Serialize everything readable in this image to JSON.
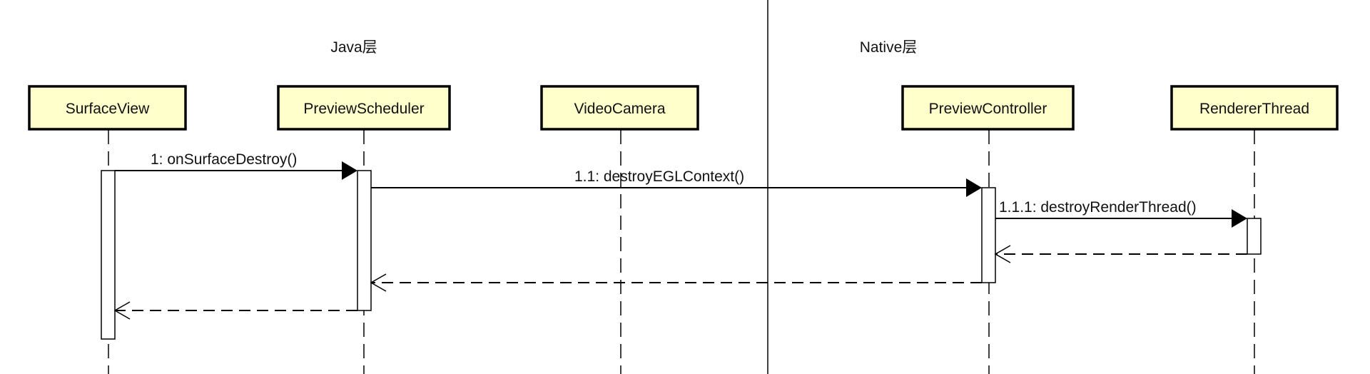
{
  "layers": [
    {
      "id": "java",
      "label": "Java层"
    },
    {
      "id": "native",
      "label": "Native层"
    }
  ],
  "participants": [
    {
      "id": "surfaceview",
      "label": "SurfaceView"
    },
    {
      "id": "previewscheduler",
      "label": "PreviewScheduler"
    },
    {
      "id": "videocamera",
      "label": "VideoCamera"
    },
    {
      "id": "previewcontroller",
      "label": "PreviewController"
    },
    {
      "id": "rendererthread",
      "label": "RendererThread"
    }
  ],
  "messages": [
    {
      "label": "1: onSurfaceDestroy()",
      "from": "surfaceview",
      "to": "previewscheduler",
      "type": "call"
    },
    {
      "label": "1.1: destroyEGLContext()",
      "from": "previewscheduler",
      "to": "previewcontroller",
      "type": "call"
    },
    {
      "label": "1.1.1: destroyRenderThread()",
      "from": "previewcontroller",
      "to": "rendererthread",
      "type": "call"
    },
    {
      "label": "",
      "from": "rendererthread",
      "to": "previewcontroller",
      "type": "return"
    },
    {
      "label": "",
      "from": "previewcontroller",
      "to": "previewscheduler",
      "type": "return"
    },
    {
      "label": "",
      "from": "previewscheduler",
      "to": "surfaceview",
      "type": "return"
    }
  ],
  "colors": {
    "participant_fill": "#FFFFCC",
    "line": "#000000"
  }
}
